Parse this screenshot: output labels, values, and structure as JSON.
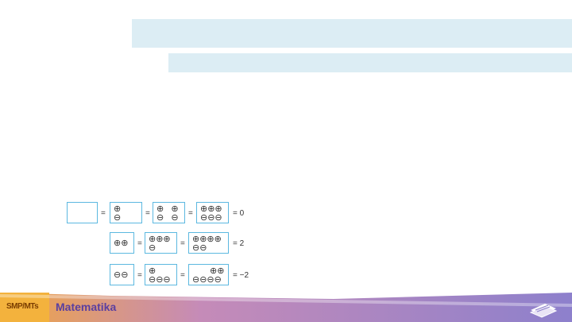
{
  "header": {
    "bar1": "",
    "bar2": ""
  },
  "equations": {
    "eq_sign": "=",
    "row1": {
      "b2": {
        "top": "⊕",
        "bottom": "⊖"
      },
      "b3": {
        "top": "⊕   ⊕",
        "bottom": "⊖   ⊖"
      },
      "b4": {
        "top": "⊕⊕⊕",
        "bottom": "⊖⊖⊖"
      },
      "result": "= 0"
    },
    "row2": {
      "b1": {
        "top": "⊕⊕",
        "bottom": ""
      },
      "b2": {
        "top": "⊕⊕⊕",
        "bottom": "⊖"
      },
      "b3": {
        "top": "⊕⊕⊕⊕",
        "bottom": "⊖⊖"
      },
      "result": "= 2"
    },
    "row3": {
      "b1": {
        "top": "⊖⊖",
        "bottom": ""
      },
      "b2": {
        "top": "⊕",
        "bottom": "⊖⊖⊖"
      },
      "b3": {
        "top": "⊕⊕",
        "bottom": "⊖⊖⊖⊖"
      },
      "result": "= −2"
    }
  },
  "footer": {
    "badge": "SMP/MTs",
    "title": "Matematika"
  },
  "colors": {
    "accent": "#5cb8e0",
    "bar": "#dcedf4",
    "footer_orange": "#f2a83a",
    "footer_purple": "#8b7bc8"
  }
}
